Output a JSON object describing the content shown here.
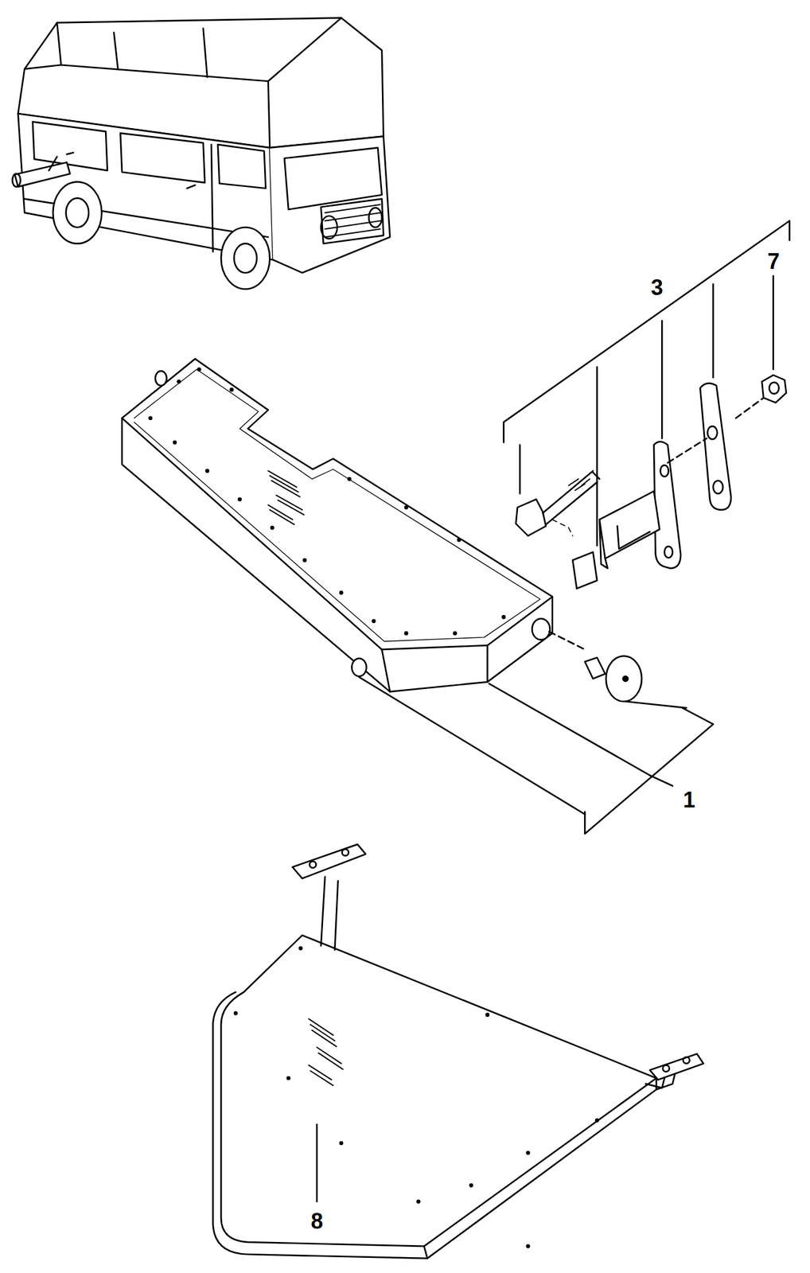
{
  "diagram": {
    "labels": [
      "3",
      "7",
      "1",
      "8"
    ]
  }
}
